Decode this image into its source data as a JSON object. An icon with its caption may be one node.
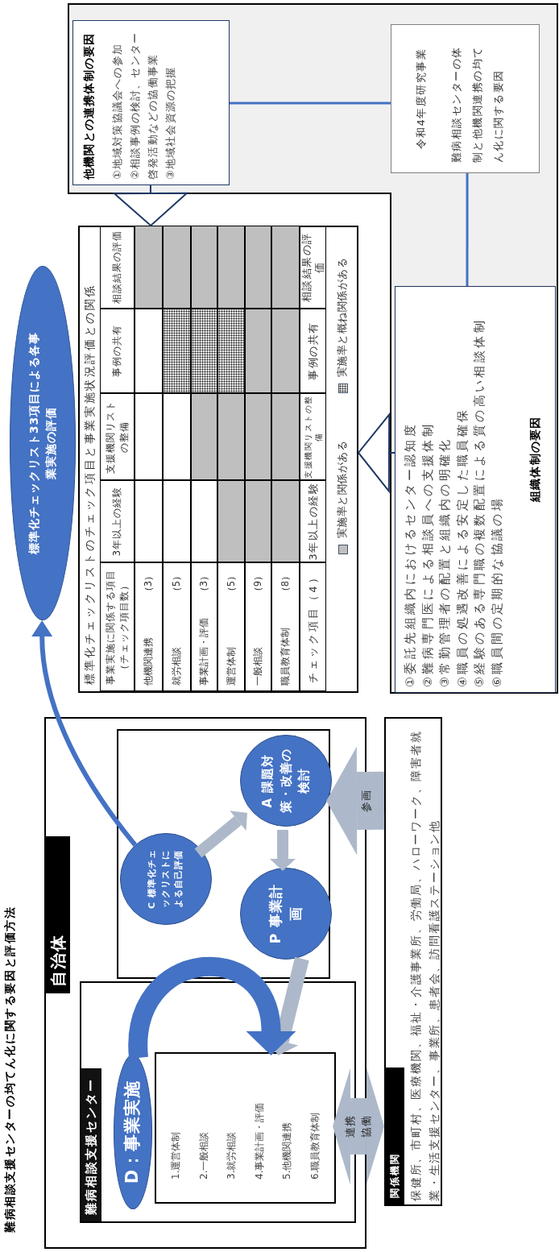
{
  "diagram": {
    "title": "難病相談支援センターの均てん化に関する要因と評価方法",
    "nodes": [
      {
        "text": [
          "自治体"
        ]
      },
      {
        "text": [
          "難病相談支援センター"
        ],
        "in": 0
      },
      {
        "text": [
          "D：事業実施"
        ],
        "in": 1
      },
      {
        "text": [
          "1.運営体制",
          "2.一般相談",
          "3.就労相談",
          "4.事業計画・評価",
          "5.他機関連携",
          "6.職員教育体制"
        ],
        "in": 1
      },
      {
        "text": [],
        "shape": "box",
        "in": 0
      },
      {
        "text": [
          "C 標準化チェックリストによる自己評価"
        ],
        "in": 4
      },
      {
        "text": [
          "P 事業計画"
        ],
        "in": 4
      },
      {
        "text": [
          "A 課題対策・改善の検討"
        ],
        "in": 4
      },
      {
        "text": [
          "関係機関",
          "保健所、市町村、医療機関、福祉・介護事業所、労働局、ハローワーク、障害者就業・生活支援センター、事業所、患者会、訪問看護ステーション他"
        ]
      },
      {
        "text": [
          "標準化チェックリスト33項目による各事業実施の評価"
        ]
      },
      {
        "text": [
          "標準化チェックリストのチェック項目と事業実施状況評価との関係"
        ]
      },
      {
        "text": [
          "①委託先組織内におけるセンター認知度",
          "②難病専門医による相談員への支援体制",
          "③常勤管理者の配置と組織内の明確化",
          "④職員の処遇改善による安定した職員確保",
          "⑤経験のある専門職の複数配置による質の高い相談体制",
          "⑥職員間の定期的な協議の場",
          "組織体制の要因"
        ]
      },
      {
        "text": [
          "他機関との連携体制の要因",
          "①地域対策協議会への参加",
          "②相談事例の検討、センター啓発活動などの協働事業",
          "③地域社会資源の把握"
        ]
      },
      {
        "text": [
          "令和4年度研究事業",
          "難病相談センターの体制と他機関連携の均てん化に関する要因"
        ]
      }
    ],
    "edges": [
      {
        "from": 3,
        "to": 8,
        "arrow": "both",
        "label": "連携協働",
        "style": "thick"
      },
      {
        "from": 8,
        "to": 7,
        "arrow": "to",
        "label": "参画",
        "style": "thick"
      },
      {
        "from": 5,
        "to": 7,
        "arrow": "to"
      },
      {
        "from": 7,
        "to": 6,
        "arrow": "to"
      },
      {
        "from": 6,
        "to": 3,
        "arrow": "to"
      },
      {
        "from": 2,
        "to": 3,
        "arrow": "to",
        "color": "#4472c4"
      },
      {
        "from": 5,
        "to": 9,
        "arrow": "to",
        "color": "#4472c4"
      },
      {
        "from": 12,
        "to": 10,
        "arrow": "to",
        "color": "#1f3864"
      },
      {
        "from": 11,
        "to": 10,
        "arrow": "to",
        "color": "#1f3864"
      },
      {
        "from": 13,
        "to": 12,
        "arrow": "none",
        "color": "#4472c4"
      },
      {
        "from": 13,
        "to": 11,
        "arrow": "none",
        "color": "#4472c4"
      }
    ],
    "labels": [
      "事業実施に関係する項目（チェック項目数）",
      "3年以上の経験",
      "支援機関リストの整備",
      "事例の共有",
      "相談結果の評価",
      "他機関連携",
      "（3）",
      "就労相談",
      "（5）",
      "事業計画・評価",
      "（3）",
      "運営体制",
      "（5）",
      "一般相談",
      "（9）",
      "職員教育体制",
      "（8）",
      "チェック項目（4）",
      "3年以上の経験",
      "支援機関リストの整備",
      "事例の共有",
      "相談結果の評価"
    ],
    "legend": [
      {
        "text": "実施率と関係がある",
        "color": "#bfbfbf"
      },
      {
        "text": "実施率と概ね関係がある"
      }
    ]
  }
}
